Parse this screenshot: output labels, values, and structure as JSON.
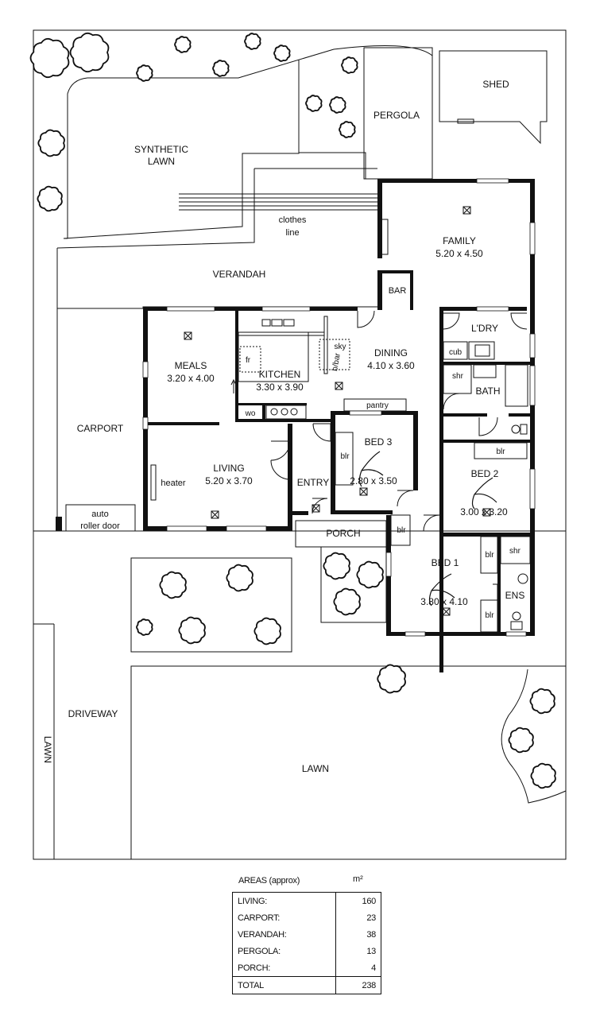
{
  "rooms": {
    "shed": "SHED",
    "pergola": "PERGOLA",
    "synthetic_lawn_1": "SYNTHETIC",
    "synthetic_lawn_2": "LAWN",
    "clothes_line_1": "clothes",
    "clothes_line_2": "line",
    "verandah": "VERANDAH",
    "family_name": "FAMILY",
    "family_dim": "5.20 x 4.50",
    "bar": "BAR",
    "laundry": "L'DRY",
    "cub": "cub",
    "shr": "shr",
    "bath": "BATH",
    "dining_name": "DINING",
    "dining_dim": "4.10 x 3.60",
    "sky": "sky",
    "bbar": "b/bar",
    "kitchen_name": "KITCHEN",
    "kitchen_dim": "3.30 x 3.90",
    "fr": "fr",
    "meals_name": "MEALS",
    "meals_dim": "3.20 x 4.00",
    "wo": "wo",
    "pantry": "pantry",
    "carport": "CARPORT",
    "heater": "heater",
    "living_name": "LIVING",
    "living_dim": "5.20 x 3.70",
    "entry": "ENTRY",
    "bed3_name": "BED 3",
    "bed3_dim": "2.80 x 3.50",
    "blr": "blr",
    "bed2_name": "BED 2",
    "bed2_dim": "3.00 x 3.20",
    "auto_1": "auto",
    "auto_2": "roller door",
    "porch": "PORCH",
    "bed1_name": "BED 1",
    "bed1_dim": "3.80 x 4.10",
    "ens": "ENS",
    "driveway": "DRIVEWAY",
    "lawn_side": "LAWN",
    "lawn_main": "LAWN"
  },
  "areas": {
    "title": "AREAS (approx)",
    "unit": "m²",
    "rows": [
      {
        "label": "LIVING:",
        "value": "160"
      },
      {
        "label": "CARPORT:",
        "value": "23"
      },
      {
        "label": "VERANDAH:",
        "value": "38"
      },
      {
        "label": "PERGOLA:",
        "value": "13"
      },
      {
        "label": "PORCH:",
        "value": "4"
      }
    ],
    "total": {
      "label": "TOTAL",
      "value": "238"
    }
  }
}
